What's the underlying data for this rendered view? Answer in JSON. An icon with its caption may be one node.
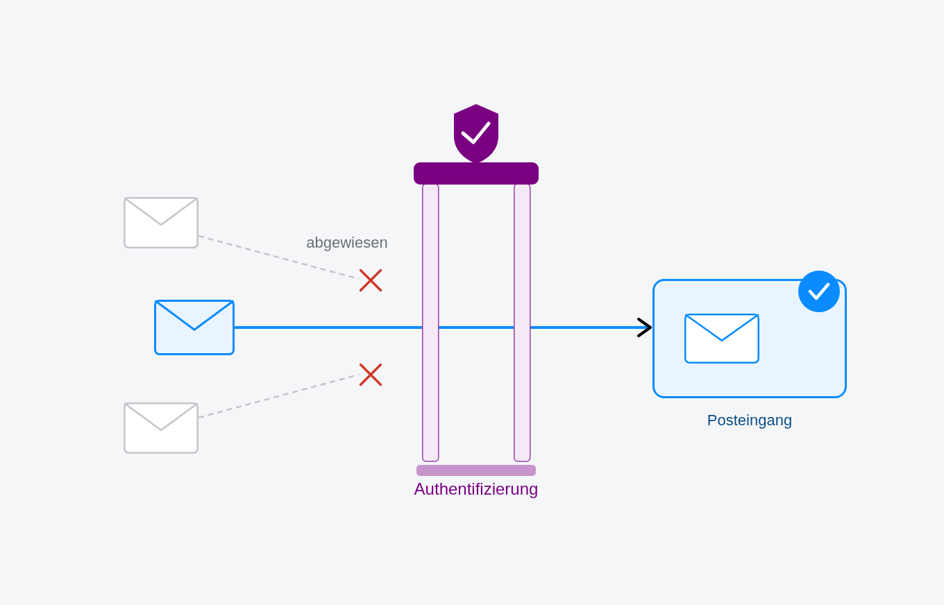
{
  "diagram": {
    "nodes": [
      {
        "text": [],
        "shape": "envelope"
      },
      {
        "text": [],
        "shape": "envelope"
      },
      {
        "text": [],
        "shape": "envelope"
      },
      {
        "text": [],
        "shape": "cross"
      },
      {
        "text": [],
        "shape": "cross"
      },
      {
        "text": [
          "Authentifizierung"
        ]
      },
      {
        "text": [
          "Posteingang"
        ]
      },
      {
        "text": [],
        "shape": "envelope",
        "in": 6
      }
    ],
    "edges": [
      {
        "from": 0,
        "to": 3,
        "arrow": "none",
        "style": "dashed",
        "label": "abgewiesen"
      },
      {
        "from": 2,
        "to": 4,
        "arrow": "none",
        "style": "dashed"
      },
      {
        "from": 1,
        "to": 5,
        "arrow": "none",
        "color": "#0a8cff"
      },
      {
        "from": 5,
        "to": 6,
        "arrow": "to",
        "color": "#0a8cff"
      }
    ]
  }
}
